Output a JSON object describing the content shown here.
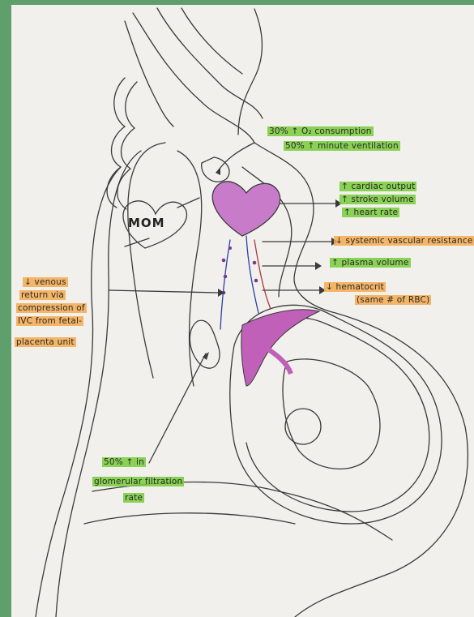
{
  "labels": {
    "o2_consumption": "30% ↑ O₂ consumption",
    "minute_ventilation": "50% ↑ minute ventilation",
    "cardiac_output": "↑ cardiac output",
    "stroke_volume": "↑ stroke volume",
    "heart_rate": "↑ heart rate",
    "svr": "↓ systemic vascular resistance",
    "plasma_volume": "↑ plasma volume",
    "hematocrit": "↓ hematocrit",
    "hematocrit_note": "(same # of RBC)",
    "venous_return_1": "↓ venous",
    "venous_return_2": "return via",
    "venous_return_3": "compression of",
    "venous_return_4": "IVC from fetal-",
    "venous_return_5": "placenta unit",
    "gfr_1": "50% ↑ in",
    "gfr_2": "glomerular filtration",
    "gfr_3": "rate",
    "heart_tattoo": "MOM"
  },
  "colors": {
    "background": "#5f9f6c",
    "paper": "#f1f0ec",
    "highlight_green": "#7ccd3c",
    "highlight_orange": "#f5aa50",
    "heart": "#c77bc8",
    "placenta": "#c060b8"
  }
}
